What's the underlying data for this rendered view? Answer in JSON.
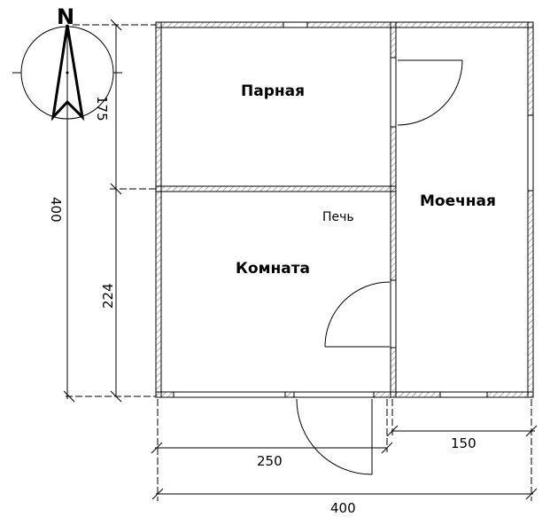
{
  "compass": {
    "label": "N"
  },
  "rooms": {
    "steam": "Парная",
    "room": "Комната",
    "wash": "Моечная",
    "stove": "Печь"
  },
  "dimensions": {
    "top_left_height": "175",
    "bottom_left_height": "224",
    "total_height": "400",
    "left_width": "250",
    "right_width": "150",
    "total_width": "400"
  }
}
